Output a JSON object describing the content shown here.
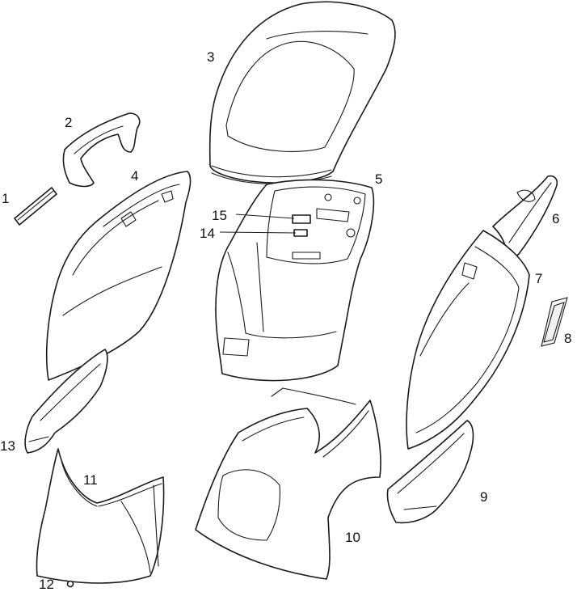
{
  "diagram": {
    "type": "exploded-parts-diagram",
    "line_color": "#1a1a1a",
    "background": "#ffffff",
    "callouts": [
      "1",
      "2",
      "3",
      "4",
      "5",
      "6",
      "7",
      "8",
      "9",
      "10",
      "11",
      "12",
      "13",
      "14",
      "15"
    ]
  }
}
